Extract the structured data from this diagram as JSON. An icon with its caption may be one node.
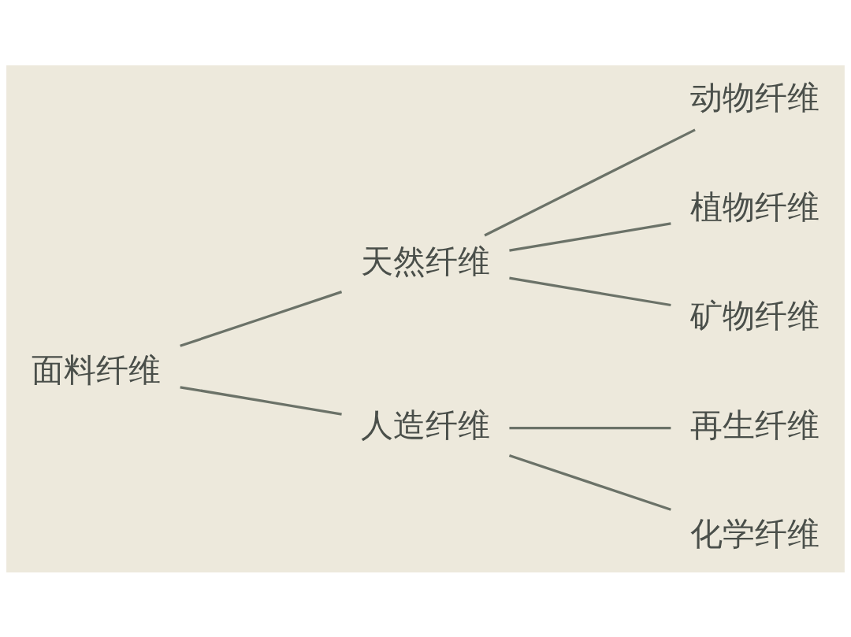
{
  "diagram": {
    "nodes": [
      {
        "text": [
          "面料纤维"
        ]
      },
      {
        "text": [
          "天然纤维"
        ]
      },
      {
        "text": [
          "动物纤维"
        ]
      },
      {
        "text": [
          "植物纤维"
        ]
      },
      {
        "text": [
          "矿物纤维"
        ]
      },
      {
        "text": [
          "人造纤维"
        ]
      },
      {
        "text": [
          "再生纤维"
        ]
      },
      {
        "text": [
          "化学纤维"
        ]
      }
    ],
    "edges": [
      {
        "from": 0,
        "to": 1,
        "arrow": "none"
      },
      {
        "from": 0,
        "to": 5,
        "arrow": "none"
      },
      {
        "from": 1,
        "to": 2,
        "arrow": "none"
      },
      {
        "from": 1,
        "to": 3,
        "arrow": "none"
      },
      {
        "from": 1,
        "to": 4,
        "arrow": "none"
      },
      {
        "from": 5,
        "to": 6,
        "arrow": "none"
      },
      {
        "from": 5,
        "to": 7,
        "arrow": "none"
      }
    ]
  }
}
